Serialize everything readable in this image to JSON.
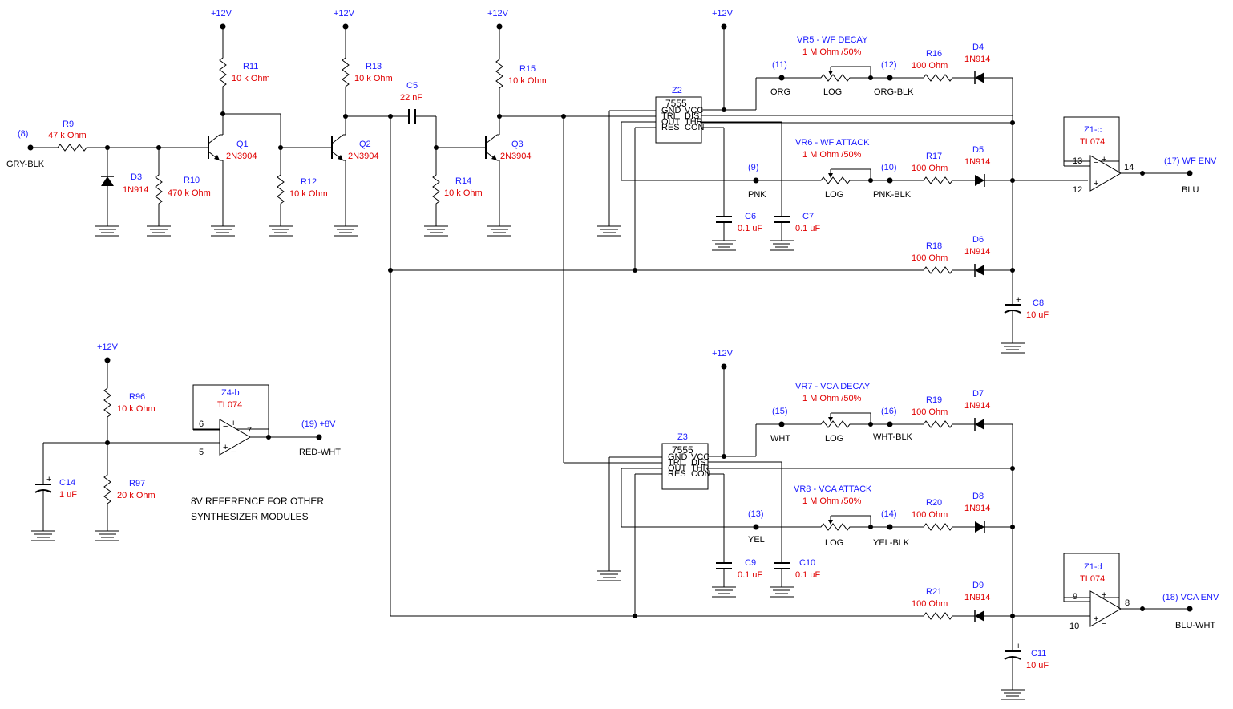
{
  "rails": {
    "vplus": "+12V"
  },
  "connectors": {
    "in_num": "(8)",
    "in_wire": "GRY-BLK",
    "wf_out_label": "(17) WF ENV",
    "wf_out_wire": "BLU",
    "vca_out_label": "(18) VCA ENV",
    "vca_out_wire": "BLU-WHT",
    "ref_out_label": "(19) +8V",
    "ref_out_wire": "RED-WHT",
    "p11": "(11)",
    "p11_wire": "ORG",
    "p12": "(12)",
    "p12_wire": "ORG-BLK",
    "p9": "(9)",
    "p9_wire": "PNK",
    "p10": "(10)",
    "p10_wire": "PNK-BLK",
    "p15": "(15)",
    "p15_wire": "WHT",
    "p16": "(16)",
    "p16_wire": "WHT-BLK",
    "p13": "(13)",
    "p13_wire": "YEL",
    "p14": "(14)",
    "p14_wire": "YEL-BLK"
  },
  "parts": {
    "R9": {
      "ref": "R9",
      "val": "47 k Ohm"
    },
    "R10": {
      "ref": "R10",
      "val": "470 k Ohm"
    },
    "R11": {
      "ref": "R11",
      "val": "10 k Ohm"
    },
    "R12": {
      "ref": "R12",
      "val": "10 k Ohm"
    },
    "R13": {
      "ref": "R13",
      "val": "10 k Ohm"
    },
    "R14": {
      "ref": "R14",
      "val": "10 k Ohm"
    },
    "R15": {
      "ref": "R15",
      "val": "10 k Ohm"
    },
    "R16": {
      "ref": "R16",
      "val": "100  Ohm"
    },
    "R17": {
      "ref": "R17",
      "val": "100  Ohm"
    },
    "R18": {
      "ref": "R18",
      "val": "100  Ohm"
    },
    "R19": {
      "ref": "R19",
      "val": "100  Ohm"
    },
    "R20": {
      "ref": "R20",
      "val": "100  Ohm"
    },
    "R21": {
      "ref": "R21",
      "val": "100  Ohm"
    },
    "R96": {
      "ref": "R96",
      "val": "10 k Ohm"
    },
    "R97": {
      "ref": "R97",
      "val": "20 k Ohm"
    },
    "C5": {
      "ref": "C5",
      "val": "22 nF"
    },
    "C6": {
      "ref": "C6",
      "val": "0.1 uF"
    },
    "C7": {
      "ref": "C7",
      "val": "0.1 uF"
    },
    "C8": {
      "ref": "C8",
      "val": "10 uF"
    },
    "C9": {
      "ref": "C9",
      "val": "0.1 uF"
    },
    "C10": {
      "ref": "C10",
      "val": "0.1 uF"
    },
    "C11": {
      "ref": "C11",
      "val": "10 uF"
    },
    "C14": {
      "ref": "C14",
      "val": "1 uF"
    },
    "D3": {
      "ref": "D3",
      "val": "1N914"
    },
    "D4": {
      "ref": "D4",
      "val": "1N914"
    },
    "D5": {
      "ref": "D5",
      "val": "1N914"
    },
    "D6": {
      "ref": "D6",
      "val": "1N914"
    },
    "D7": {
      "ref": "D7",
      "val": "1N914"
    },
    "D8": {
      "ref": "D8",
      "val": "1N914"
    },
    "D9": {
      "ref": "D9",
      "val": "1N914"
    },
    "Q1": {
      "ref": "Q1",
      "val": "2N3904"
    },
    "Q2": {
      "ref": "Q2",
      "val": "2N3904"
    },
    "Q3": {
      "ref": "Q3",
      "val": "2N3904"
    },
    "VR5": {
      "ref": "VR5 - WF DECAY",
      "val": "1 M Ohm /50%",
      "taper": "LOG"
    },
    "VR6": {
      "ref": "VR6 - WF ATTACK",
      "val": "1 M Ohm /50%",
      "taper": "LOG"
    },
    "VR7": {
      "ref": "VR7 - VCA DECAY",
      "val": "1 M Ohm /50%",
      "taper": "LOG"
    },
    "VR8": {
      "ref": "VR8 - VCA ATTACK",
      "val": "1 M Ohm /50%",
      "taper": "LOG"
    },
    "Z2": {
      "ref": "Z2",
      "chip": "7555"
    },
    "Z3": {
      "ref": "Z3",
      "chip": "7555"
    },
    "Z1c": {
      "ref": "Z1-c",
      "val": "TL074",
      "pin_a": "13",
      "pin_b": "12",
      "pin_out": "14"
    },
    "Z1d": {
      "ref": "Z1-d",
      "val": "TL074",
      "pin_a": "9",
      "pin_b": "10",
      "pin_out": "8"
    },
    "Z4b": {
      "ref": "Z4-b",
      "val": "TL074",
      "pin_a": "6",
      "pin_b": "5",
      "pin_out": "7"
    }
  },
  "chip_pins": {
    "left": [
      "GND",
      "TRI",
      "OUT",
      "RES"
    ],
    "right": [
      "VCC",
      "DIS",
      "THR",
      "CON"
    ]
  },
  "note": {
    "line1": "8V REFERENCE FOR OTHER",
    "line2": "SYNTHESIZER MODULES"
  },
  "colors": {
    "ref_text": "#1a1aff",
    "value_text": "#e00000",
    "wire": "#000000",
    "background": "#ffffff"
  }
}
